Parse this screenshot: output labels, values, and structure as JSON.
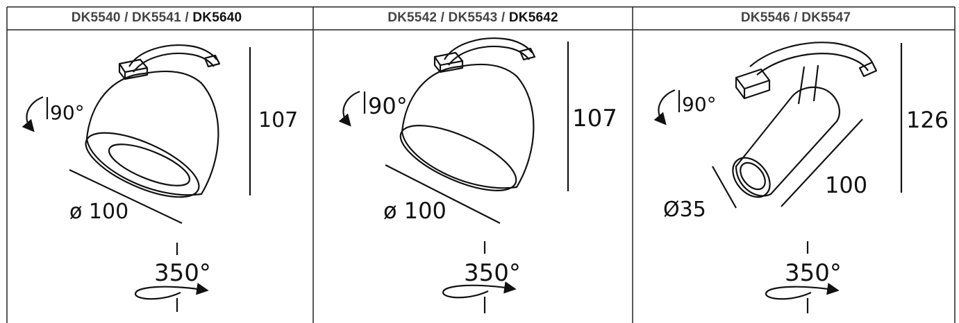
{
  "columns": [
    {
      "header": {
        "part1": "DK5540 / DK5541 / ",
        "part2": "DK5640"
      },
      "tilt": "90°",
      "height": "107",
      "diameter": "ø 100",
      "rotation": "350°"
    },
    {
      "header": {
        "part1": "DK5542 / DK5543 / ",
        "part2": "DK5642"
      },
      "tilt": "90°",
      "height": "107",
      "diameter": "ø 100",
      "rotation": "350°"
    },
    {
      "header": {
        "part1": "DK5546 / DK5547",
        "part2": ""
      },
      "tilt": "90°",
      "height": "126",
      "length": "100",
      "diameter": "Ø35",
      "rotation": "350°"
    }
  ]
}
